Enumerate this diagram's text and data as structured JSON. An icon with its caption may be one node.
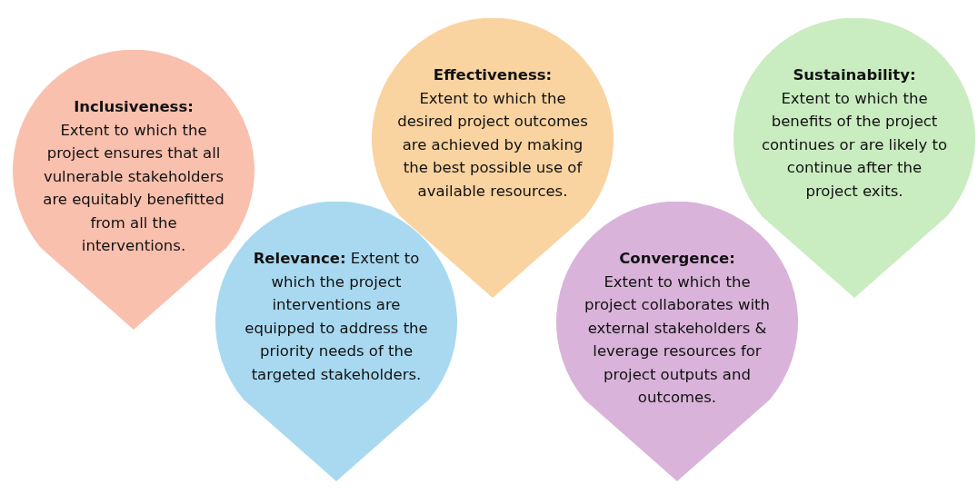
{
  "diagram": {
    "nodes": [
      {
        "text": [
          "Inclusiveness:",
          "Extent to which the project ensures that all vulnerable stakeholders are equitably benefitted from all the interventions."
        ]
      },
      {
        "text": [
          "**Relevance:** Extent to which the project interventions are equipped to address the priority needs of the targeted stakeholders."
        ]
      },
      {
        "text": [
          "Effectiveness:",
          "Extent to which the desired project outcomes are achieved by making the best possible use of available resources."
        ]
      },
      {
        "text": [
          "Convergence:",
          "Extent to which the project collaborates with external stakeholders & leverage resources for project outputs and outcomes."
        ]
      },
      {
        "text": [
          "Sustainability:",
          "Extent to which the benefits of the project continues or are likely to continue after the project exits."
        ]
      }
    ]
  }
}
